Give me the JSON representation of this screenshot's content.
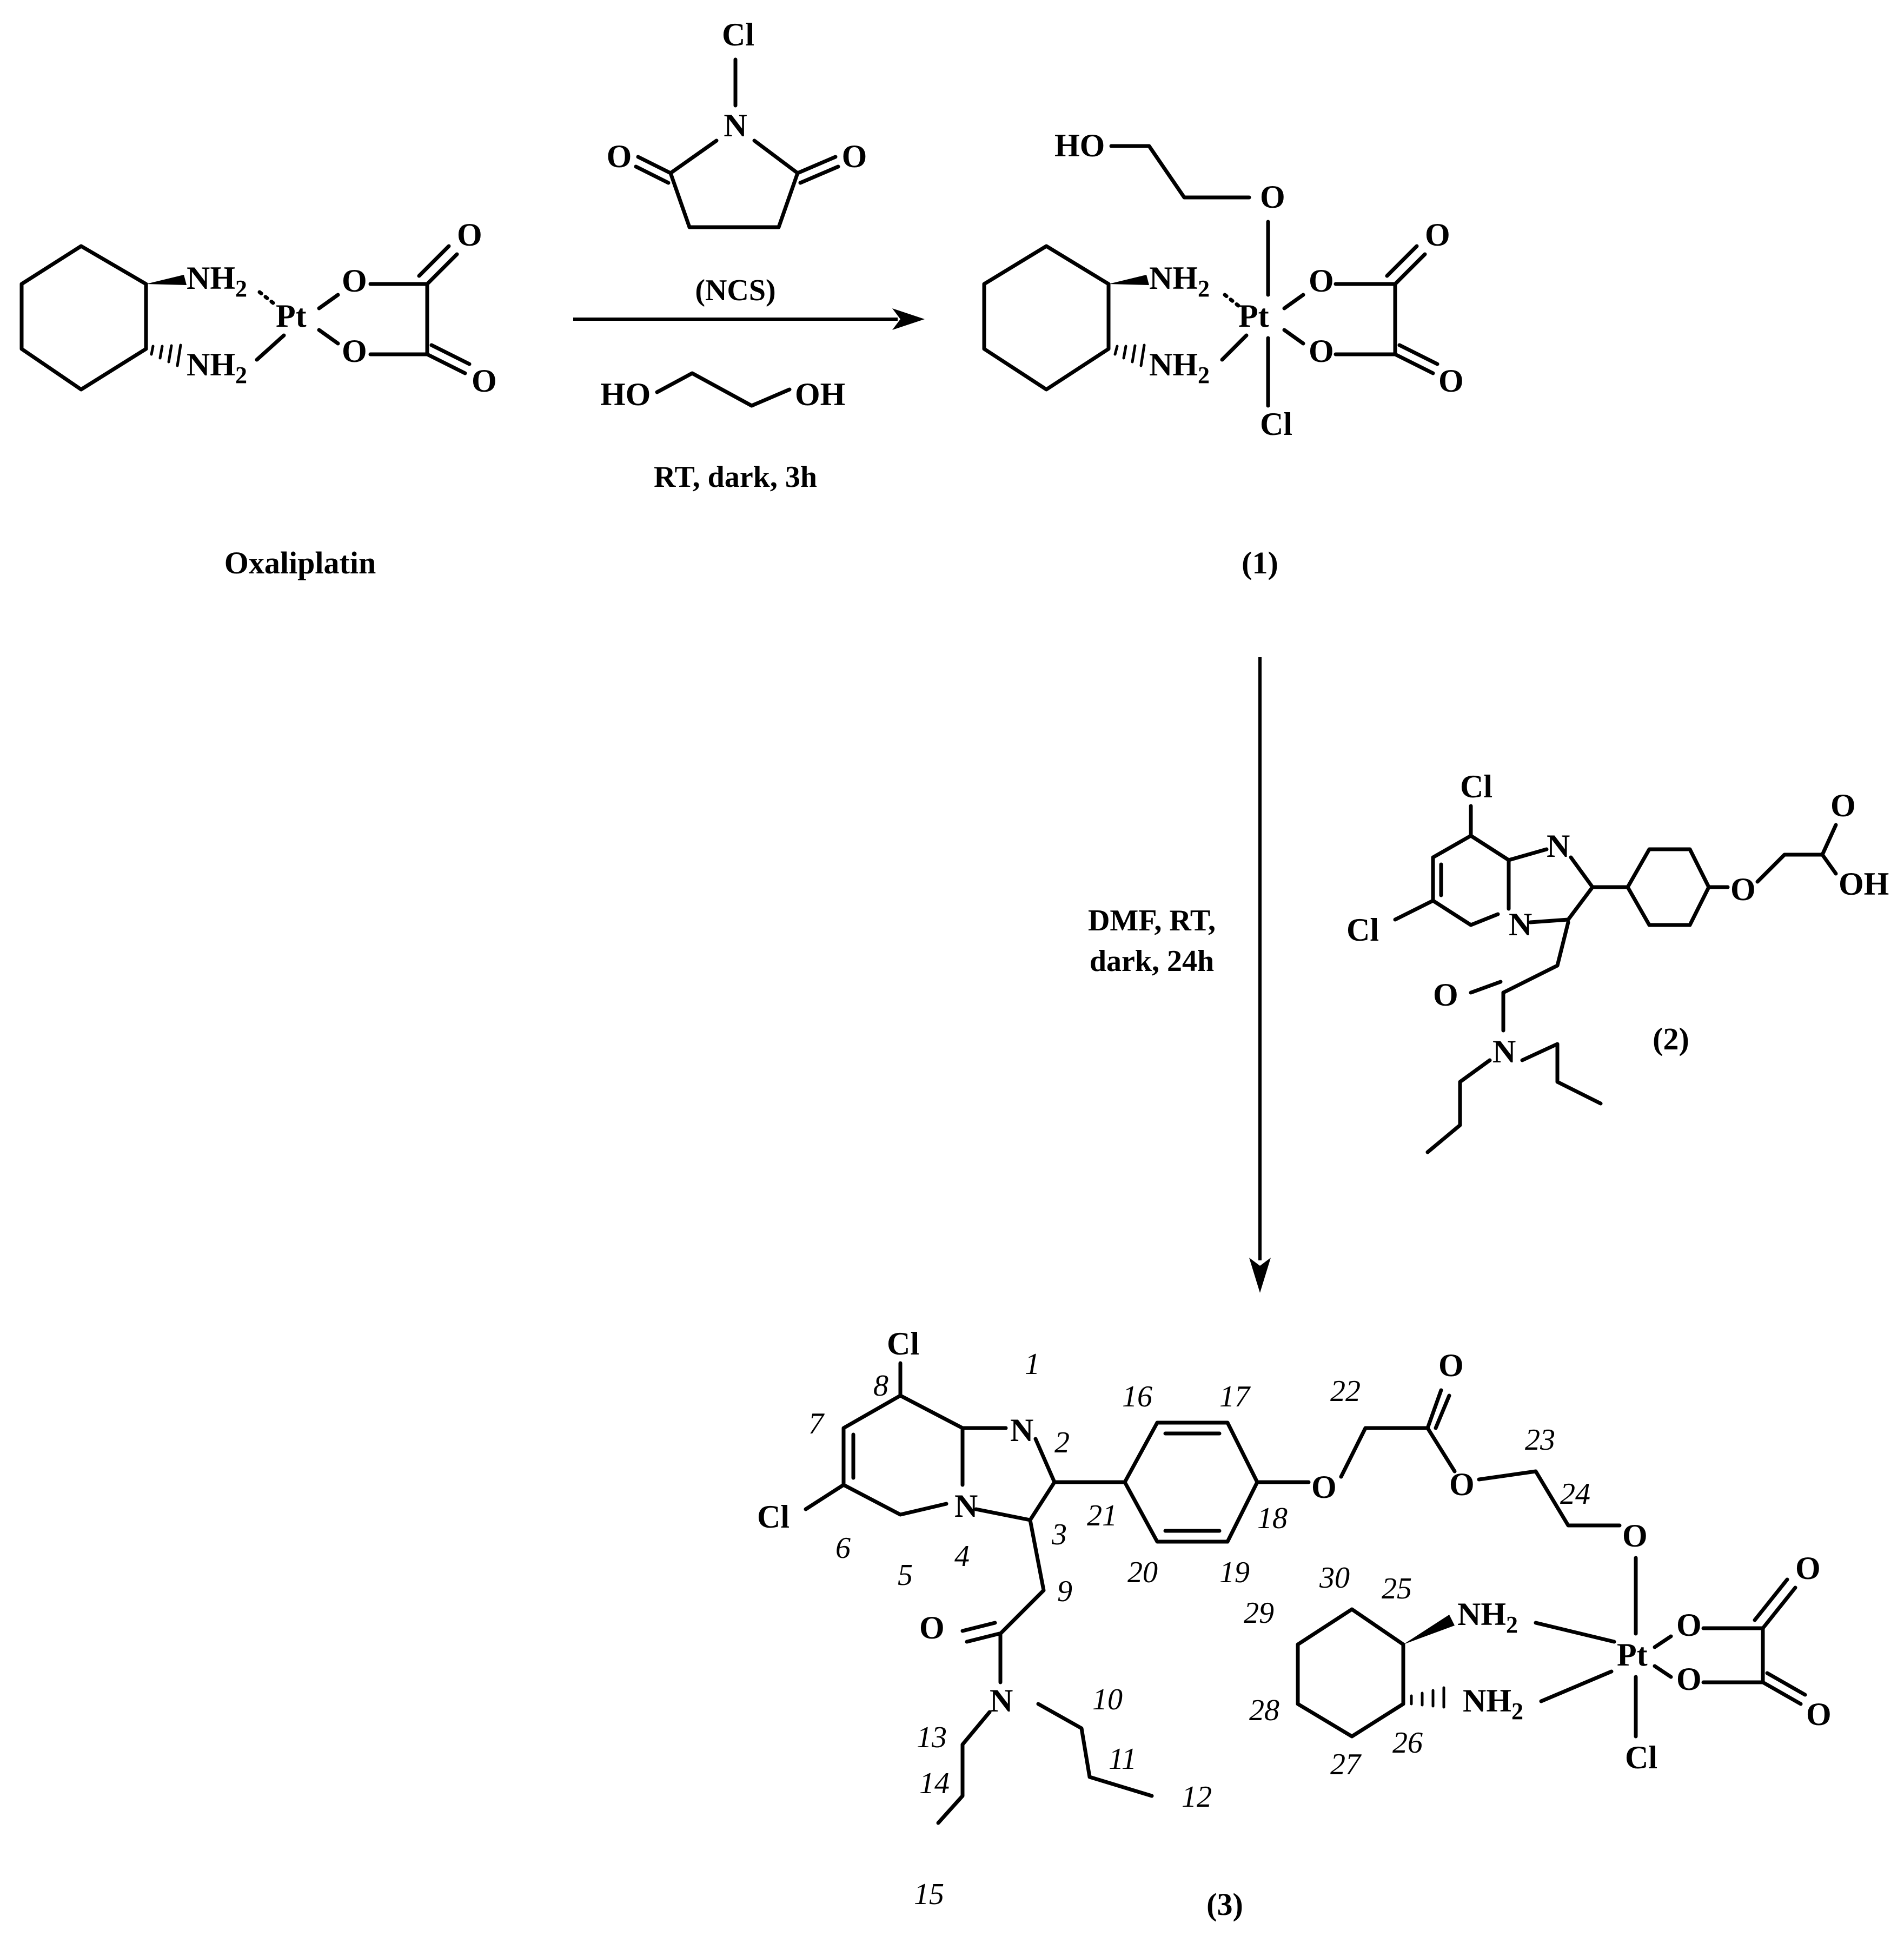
{
  "atoms": {
    "NH2": "NH",
    "two": "2",
    "Pt": "Pt",
    "O": "O",
    "N": "N",
    "Cl": "Cl",
    "HO": "HO",
    "OH": "OH"
  },
  "reagents": {
    "ncs_label": "(NCS)",
    "step1_conditions": "RT, dark, 3h",
    "step2_line1": "DMF, RT,",
    "step2_line2": "dark, 24h"
  },
  "compounds": {
    "start": "Oxaliplatin",
    "c1": "(1)",
    "c2": "(2)",
    "c3": "(3)"
  },
  "numbering": [
    "1",
    "2",
    "3",
    "4",
    "5",
    "6",
    "7",
    "8",
    "9",
    "10",
    "11",
    "12",
    "13",
    "14",
    "15",
    "16",
    "17",
    "18",
    "19",
    "20",
    "21",
    "22",
    "23",
    "24",
    "25",
    "26",
    "27",
    "28",
    "29",
    "30"
  ]
}
